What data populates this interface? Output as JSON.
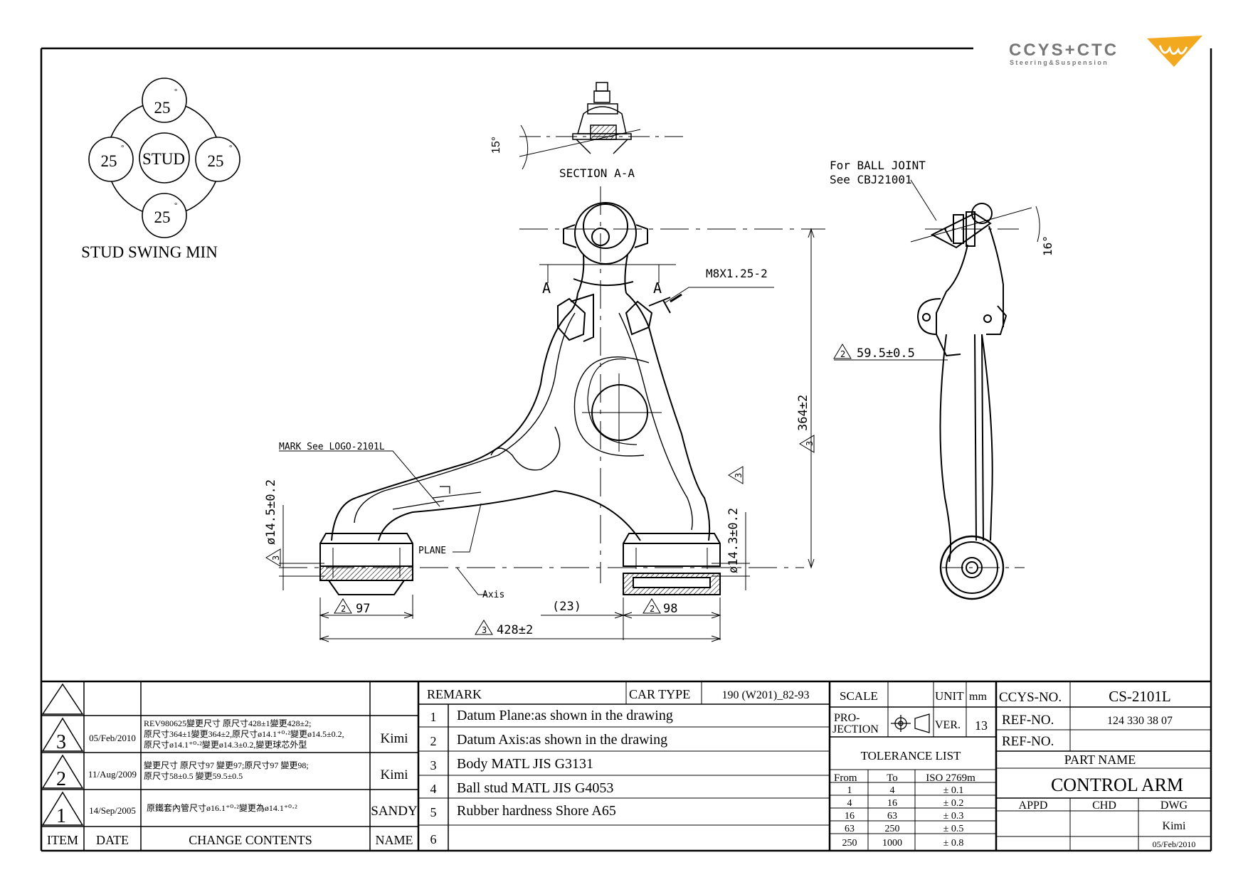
{
  "logo": {
    "brand": "CCYS+CTC",
    "tagline": "Steering&Suspension"
  },
  "stud_swing": {
    "values": [
      "25",
      "25",
      "25",
      "25"
    ],
    "center": "STUD",
    "title": "STUD SWING MIN"
  },
  "section": {
    "label": "SECTION A-A",
    "angle": "15°"
  },
  "callouts": {
    "ball_joint_1": "For BALL JOINT",
    "ball_joint_2": "See CBJ21001",
    "thread": "M8X1.25-2",
    "cut_a_left": "A",
    "cut_a_right": "A",
    "mark_logo": "MARK See LOGO-2101L",
    "plane": "PLANE",
    "axis": "Axis",
    "side_angle": "16°"
  },
  "dimensions": {
    "d_59_5": "59.5±0.5",
    "d_364": "364±2",
    "d_14_5": "ø14.5±0.2",
    "d_14_3": "ø14.3±0.2",
    "d_97": "97",
    "d_23": "(23)",
    "d_98": "98",
    "d_428": "428±2",
    "rev2": "2",
    "rev3": "3"
  },
  "revisions": {
    "rows": [
      {
        "item": "3",
        "date": "05/Feb/2010",
        "lines": [
          "REV980625變更尺寸 原尺寸428±1變更428±2;",
          "原尺寸364±1變更364±2,原尺寸ø14.1⁺⁰⋅²變更ø14.5±0.2,",
          "原尺寸ø14.1⁺⁰⋅²變更ø14.3±0.2,變更球芯外型"
        ],
        "name": "Kimi"
      },
      {
        "item": "2",
        "date": "11/Aug/2009",
        "lines": [
          "變更尺寸 原尺寸97 變更97;原尺寸97 變更98;",
          "原尺寸58±0.5 變更59.5±0.5"
        ],
        "name": "Kimi"
      },
      {
        "item": "1",
        "date": "14/Sep/2005",
        "lines": [
          "原鐵套內管尺寸ø16.1⁺⁰⋅²變更為ø14.1⁺⁰⋅²"
        ],
        "name": "SANDY"
      }
    ],
    "headers": {
      "item": "ITEM",
      "date": "DATE",
      "contents": "CHANGE CONTENTS",
      "name": "NAME"
    }
  },
  "remark": {
    "title": "REMARK",
    "car_type_label": "CAR TYPE",
    "car_type": "190 (W201)_82-93",
    "items": [
      {
        "n": "1",
        "text": "Datum Plane:as shown in the drawing"
      },
      {
        "n": "2",
        "text": "Datum Axis:as shown in the drawing"
      },
      {
        "n": "3",
        "text": "Body MATL JIS G3131"
      },
      {
        "n": "4",
        "text": "Ball stud MATL JIS G4053"
      },
      {
        "n": "5",
        "text": "Rubber hardness Shore A65"
      },
      {
        "n": "6",
        "text": ""
      }
    ]
  },
  "spec": {
    "scale": "SCALE",
    "unit_label": "UNIT",
    "unit": "mm",
    "projection_1": "PRO-",
    "projection_2": "JECTION",
    "ver_label": "VER.",
    "ver": "13",
    "tolerance_title": "TOLERANCE LIST",
    "tol_headers": [
      "From",
      "To",
      "ISO 2769m"
    ],
    "tolerances": [
      [
        "1",
        "4",
        "± 0.1"
      ],
      [
        "4",
        "16",
        "± 0.2"
      ],
      [
        "16",
        "63",
        "± 0.3"
      ],
      [
        "63",
        "250",
        "± 0.5"
      ],
      [
        "250",
        "1000",
        "± 0.8"
      ]
    ]
  },
  "title_block": {
    "ccys_label": "CCYS-NO.",
    "ccys_no": "CS-2101L",
    "ref_label": "REF-NO.",
    "ref_no": "124 330 38 07",
    "ref_label2": "REF-NO.",
    "ref_no2": "",
    "part_name_label": "PART NAME",
    "part_name": "CONTROL ARM",
    "appd": "APPD",
    "chd": "CHD",
    "dwg": "DWG",
    "drawer": "Kimi",
    "date": "05/Feb/2010"
  }
}
